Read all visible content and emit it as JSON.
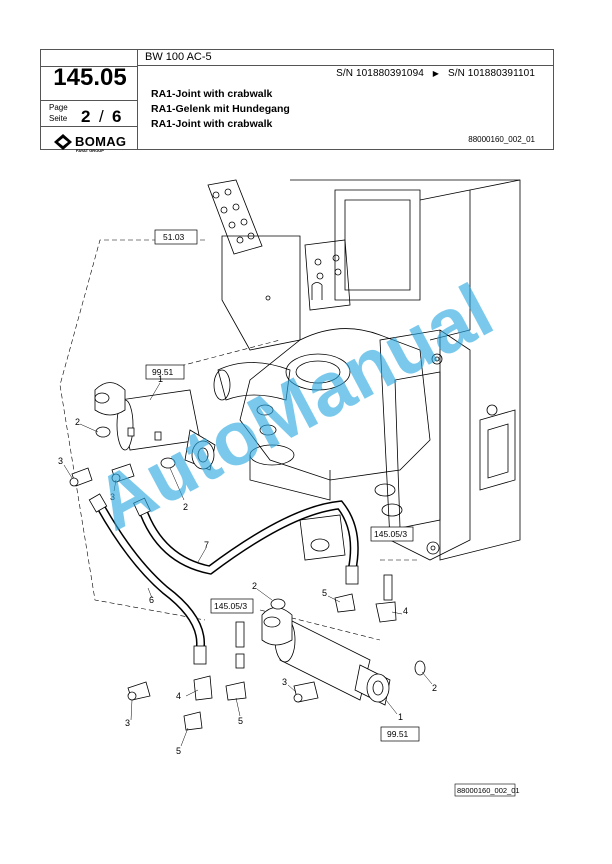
{
  "header": {
    "page_number": "145.05",
    "page_label_en": "Page",
    "page_label_de": "Seite",
    "page_current": "2",
    "page_separator": "/",
    "page_total": "6",
    "brand": "BOMAG",
    "brand_sub": "FAYAT GROUP",
    "model": "BW 100 AC-5",
    "serial_from": "S/N 101880391094",
    "serial_arrow": "▶",
    "serial_to": "S/N 101880391101",
    "title_en": "RA1-Joint with crabwalk",
    "title_de": "RA1-Gelenk mit Hundegang",
    "title_en_2": "RA1-Joint with crabwalk",
    "drawing_number": "88000160_002_01"
  },
  "drawing": {
    "ref_boxes": [
      "51.03",
      "99.51",
      "145.05/3",
      "145.05/3",
      "99.51"
    ],
    "part_labels": [
      "1",
      "2",
      "3",
      "3",
      "2",
      "7",
      "6",
      "2",
      "5",
      "4",
      "2",
      "4",
      "5",
      "3",
      "3",
      "5",
      "1"
    ],
    "watermark": "AutoManual",
    "watermark_color": "#29a8e0",
    "footer_ref": "88000160_002_01"
  }
}
